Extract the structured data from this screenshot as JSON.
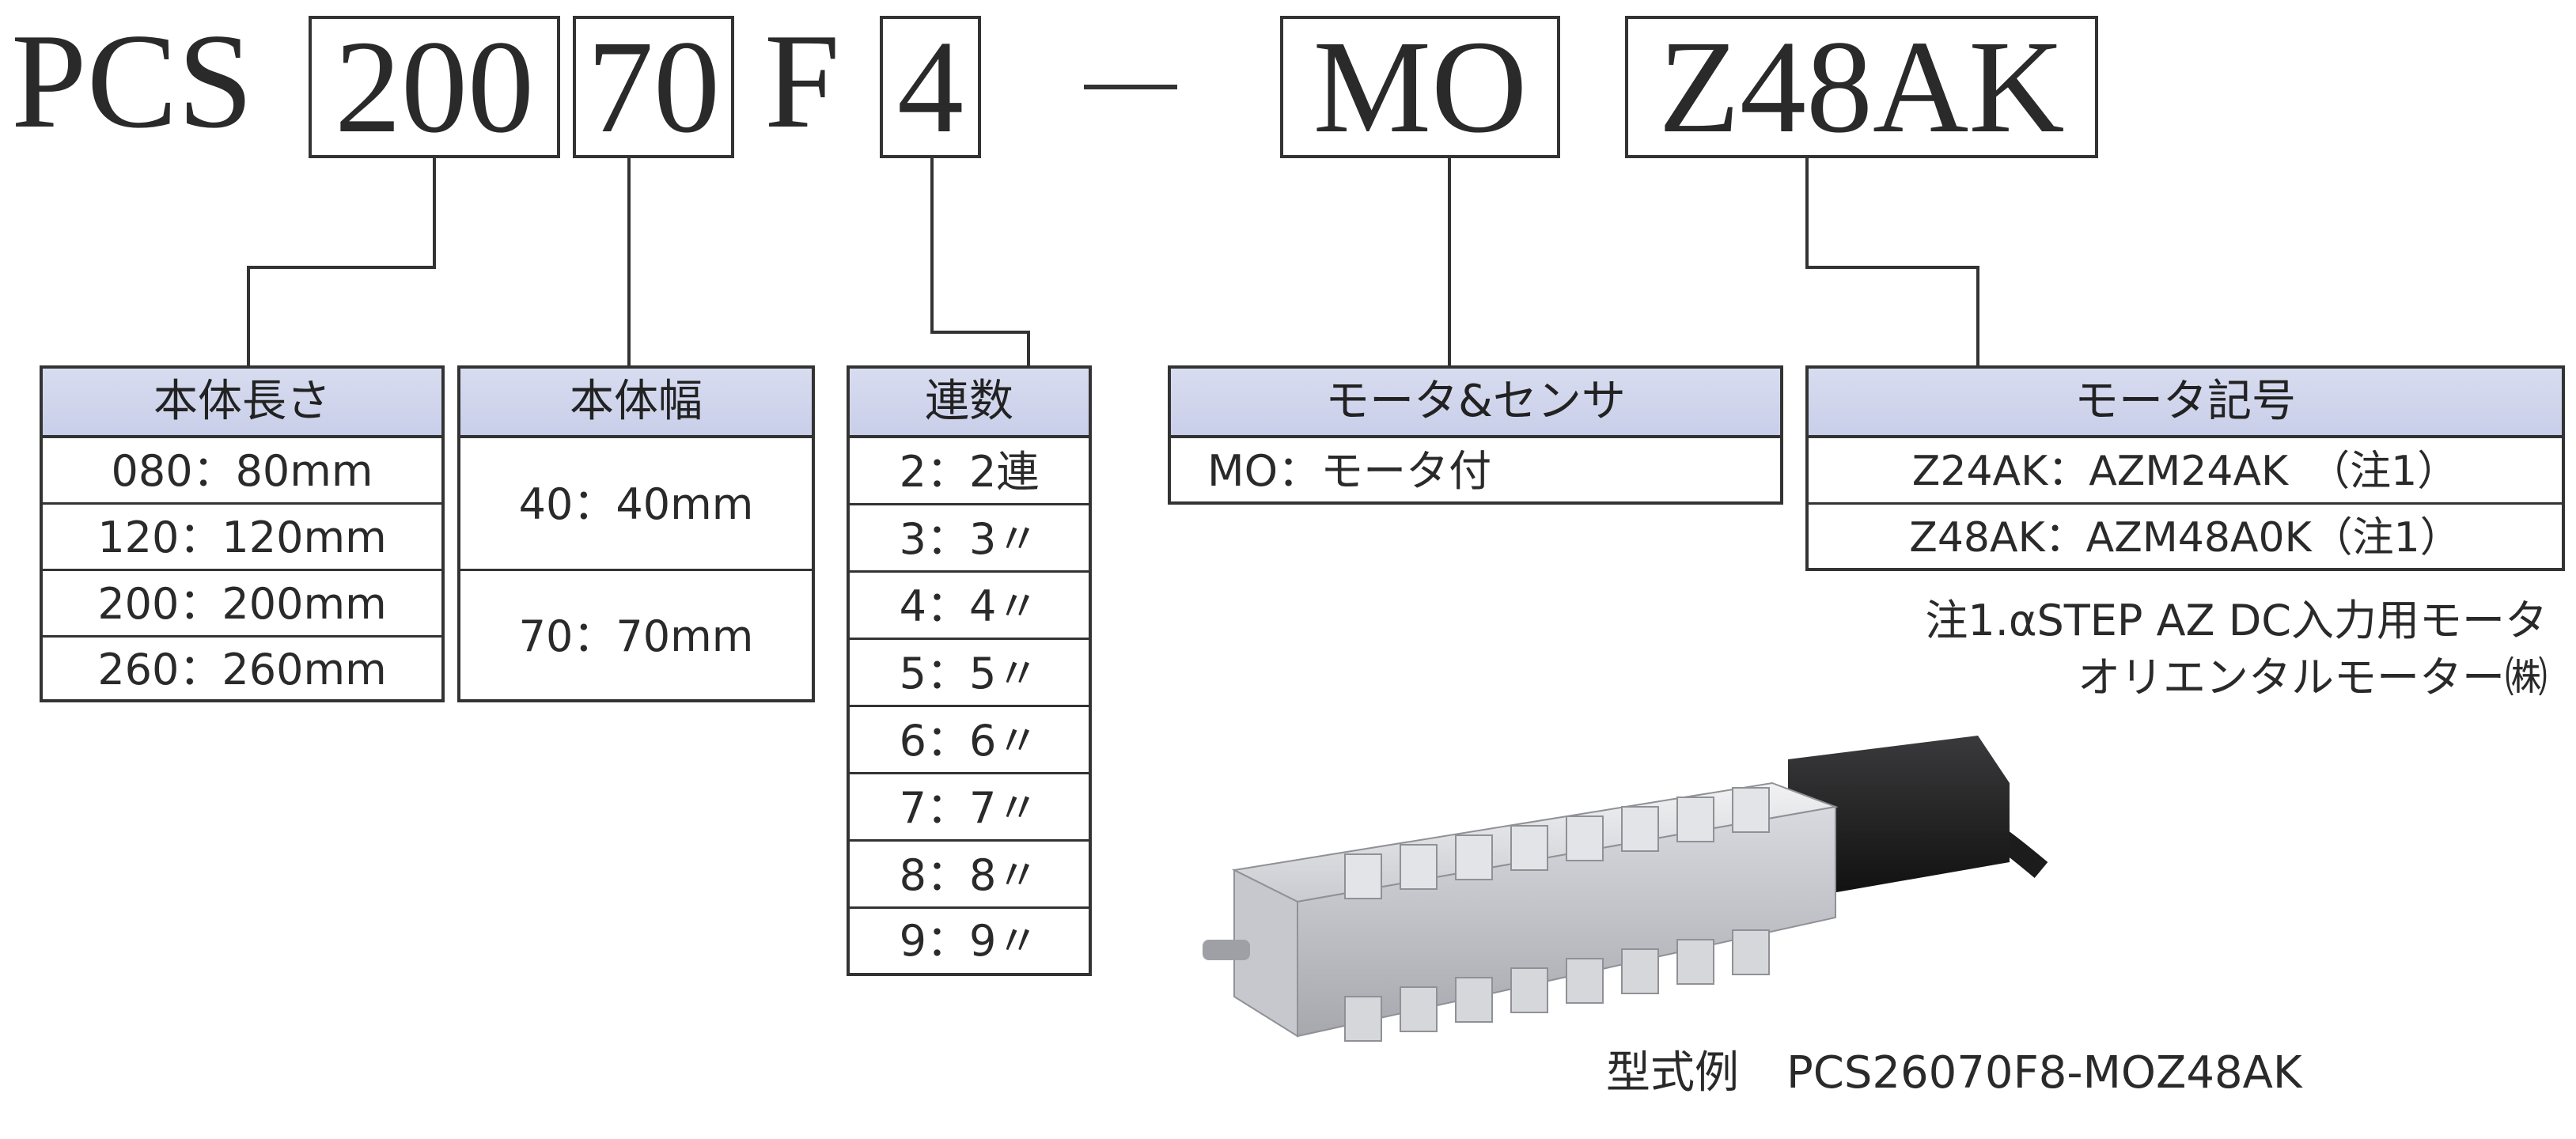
{
  "model_code": {
    "prefix": "PCS",
    "length_code": "200",
    "width_code": "70",
    "type_letter": "F",
    "count_code": "4",
    "separator": "—",
    "motor_sensor_code": "MO",
    "motor_symbol_code": "Z48AK"
  },
  "tables": {
    "body_length": {
      "header": "本体長さ",
      "rows": [
        "080：80mm",
        "120：120mm",
        "200：200mm",
        "260：260mm"
      ]
    },
    "body_width": {
      "header": "本体幅",
      "rows": [
        "40：40mm",
        "70：70mm"
      ]
    },
    "count": {
      "header": "連数",
      "rows": [
        "2：2連",
        "3：3〃",
        "4：4〃",
        "5：5〃",
        "6：6〃",
        "7：7〃",
        "8：8〃",
        "9：9〃"
      ]
    },
    "motor_sensor": {
      "header": "モータ&センサ",
      "rows": [
        "MO：モータ付"
      ]
    },
    "motor_symbol": {
      "header": "モータ記号",
      "rows": [
        "Z24AK：AZM24AK　（注1）",
        "Z48AK：AZM48A0K（注1）"
      ]
    }
  },
  "note": {
    "line1": "注1.αSTEP AZ  DC入力用モータ",
    "line2": "オリエンタルモーター㈱"
  },
  "caption": {
    "label": "型式例",
    "example": "PCS26070F8-MOZ48AK"
  }
}
